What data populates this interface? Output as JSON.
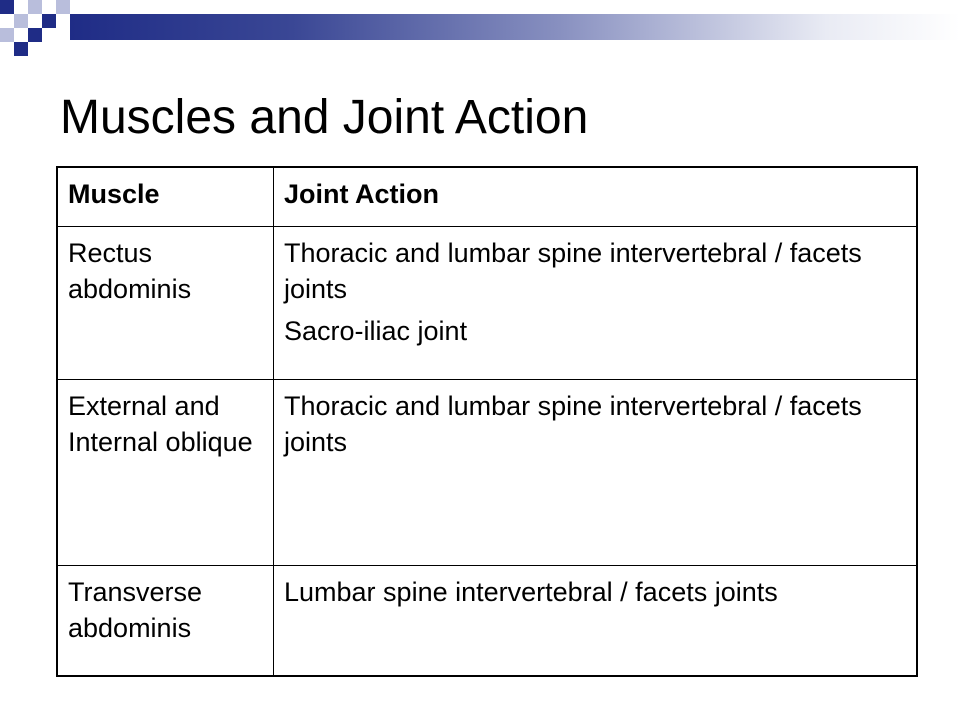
{
  "title": "Muscles and Joint Action",
  "table": {
    "headers": [
      "Muscle",
      "Joint Action"
    ],
    "rows": [
      {
        "muscle": "Rectus abdominis",
        "actions": [
          "Thoracic and lumbar spine intervertebral / facets joints",
          "Sacro-iliac joint"
        ]
      },
      {
        "muscle": "External and Internal oblique",
        "actions": [
          "Thoracic and lumbar spine intervertebral / facets joints"
        ]
      },
      {
        "muscle": "Transverse abdominis",
        "actions": [
          "Lumbar spine intervertebral / facets joints"
        ]
      }
    ]
  },
  "colors": {
    "banner_dark": "#1f2c86",
    "banner_light": "#b9bedc"
  }
}
